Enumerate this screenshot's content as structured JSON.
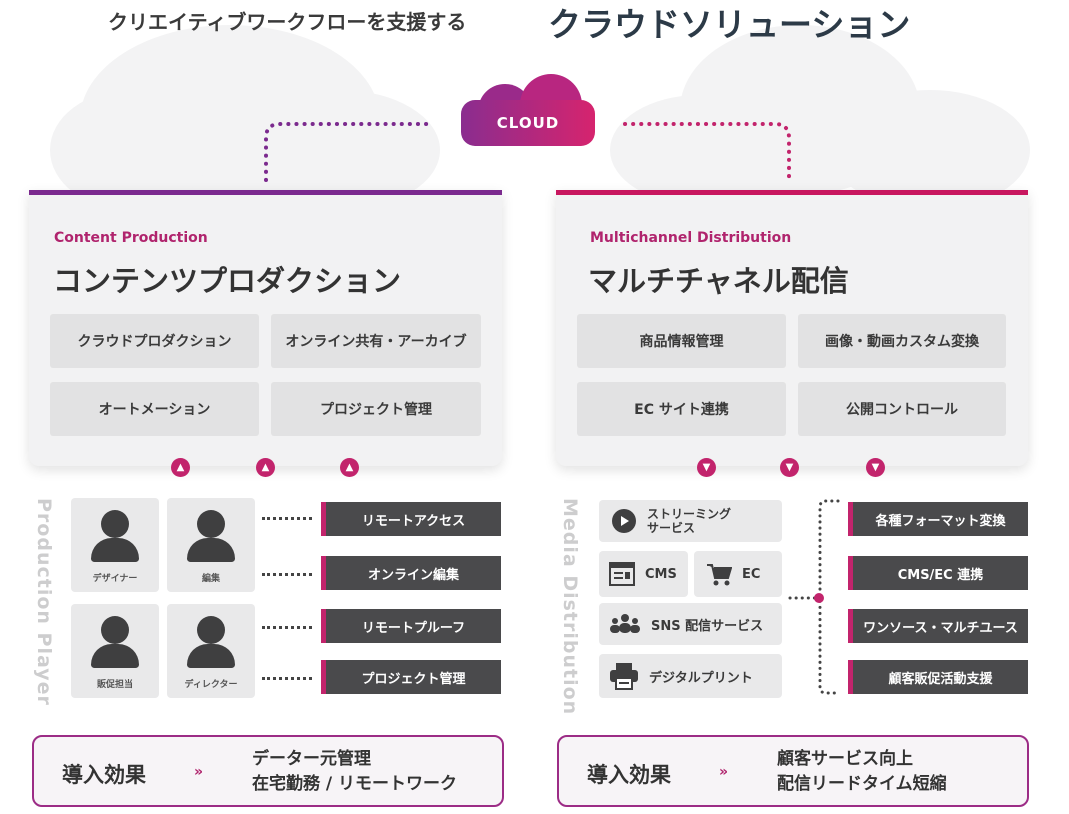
{
  "header": {
    "subtitle": "クリエイティブワークフローを支援する",
    "title": "クラウドソリューション"
  },
  "cloud_label": "CLOUD",
  "left_panel": {
    "sub": "Content Production",
    "title": "コンテンツプロダクション",
    "cells": [
      "クラウドプロダクション",
      "オンライン共有・アーカイブ",
      "オートメーション",
      "プロジェクト管理"
    ],
    "accent": "#7b2a8e"
  },
  "right_panel": {
    "sub": "Multichannel Distribution",
    "title": "マルチチャネル配信",
    "cells": [
      "商品情報管理",
      "画像・動画カスタム変換",
      "EC サイト連携",
      "公開コントロール"
    ],
    "accent": "#c8175f"
  },
  "left_side": {
    "vertical_label": "Production Player",
    "people": [
      "デザイナー",
      "編集",
      "販促担当",
      "ディレクター"
    ],
    "features": [
      "リモートアクセス",
      "オンライン編集",
      "リモートプルーフ",
      "プロジェクト管理"
    ]
  },
  "right_side": {
    "vertical_label": "Media Distribution",
    "media": {
      "streaming": "ストリーミング\nサービス",
      "cms": "CMS",
      "ec": "EC",
      "sns": "SNS 配信サービス",
      "print": "デジタルプリント"
    },
    "features": [
      "各種フォーマット変換",
      "CMS/EC 連携",
      "ワンソース・マルチユース",
      "顧客販促活動支援"
    ]
  },
  "effects": {
    "label": "導入効果",
    "arrow": "»",
    "left_lines": [
      "データー元管理",
      "在宅勤務 / リモートワーク"
    ],
    "right_lines": [
      "顧客サービス向上",
      "配信リードタイム短縮"
    ]
  },
  "colors": {
    "accent_pink": "#c2246c",
    "accent_purple": "#7b2a8e",
    "dark_bar": "#4a4a4c"
  }
}
